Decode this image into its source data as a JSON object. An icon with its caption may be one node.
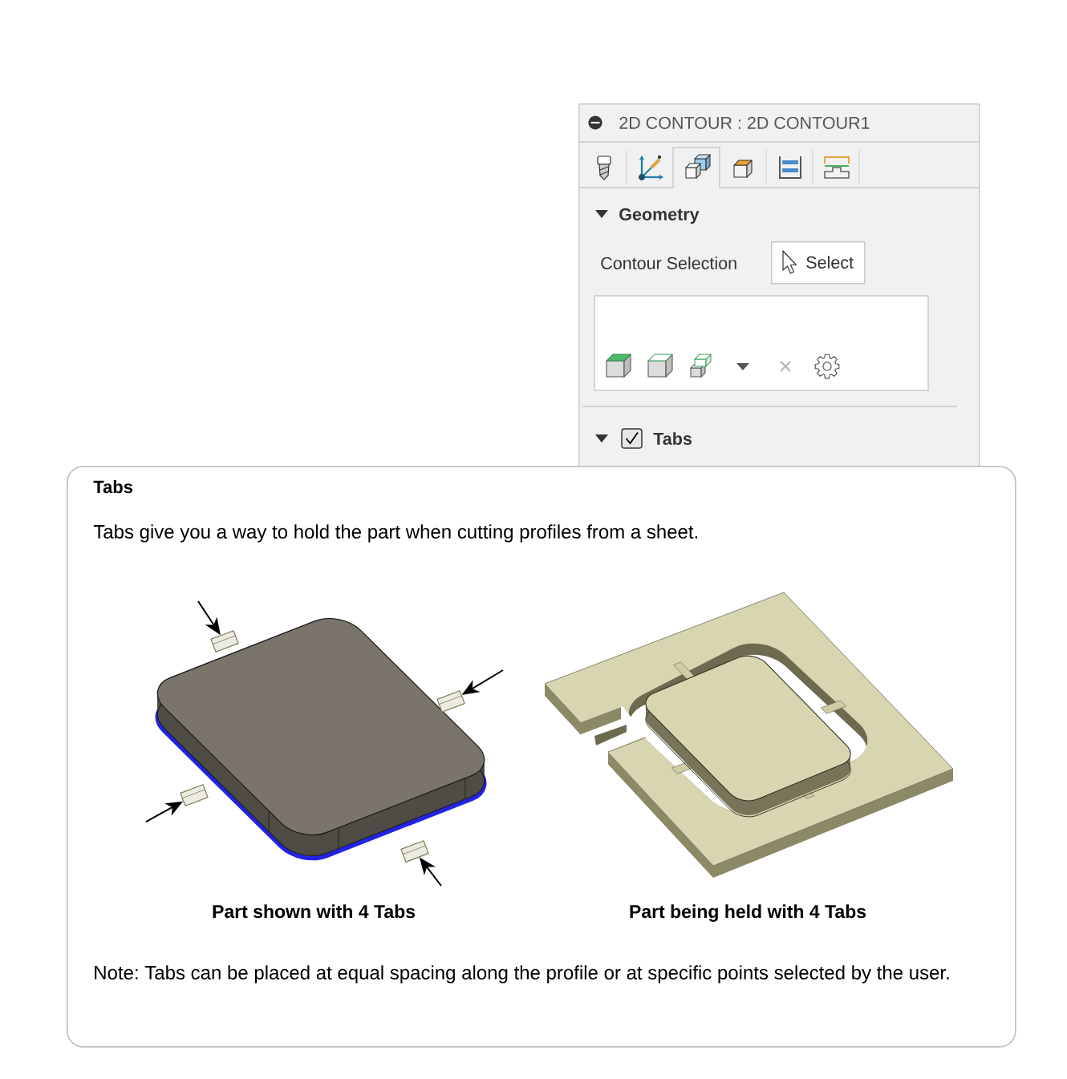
{
  "diagram": {
    "nodes": [
      {
        "text": [
          "2D CONTOUR : 2D CONTOUR1",
          "Geometry",
          "Contour Selection",
          "Tabs"
        ]
      },
      {
        "text": [
          "Select"
        ],
        "in": 0
      },
      {
        "text": [
          "Tabs",
          "Tabs give you a way to hold the part when cutting profiles from a sheet.",
          "Note: Tabs can be placed at equal spacing along the profile or at specific points selected by the user."
        ]
      },
      {
        "text": [],
        "shape": "picture",
        "beside": [
          "Part shown with 4 Tabs"
        ],
        "in": 2
      },
      {
        "text": [],
        "shape": "box",
        "in": 3
      },
      {
        "text": [],
        "shape": "box",
        "in": 3
      },
      {
        "text": [],
        "shape": "box",
        "in": 3
      },
      {
        "text": [],
        "shape": "box",
        "in": 3
      },
      {
        "text": [],
        "shape": "picture",
        "beside": [
          "Part being held with 4 Tabs"
        ],
        "in": 2
      }
    ],
    "edges": [
      {
        "from": null,
        "to": 4,
        "arrow": "to"
      },
      {
        "from": null,
        "to": 5,
        "arrow": "to"
      },
      {
        "from": null,
        "to": 6,
        "arrow": "to"
      },
      {
        "from": null,
        "to": 7,
        "arrow": "to"
      }
    ]
  }
}
